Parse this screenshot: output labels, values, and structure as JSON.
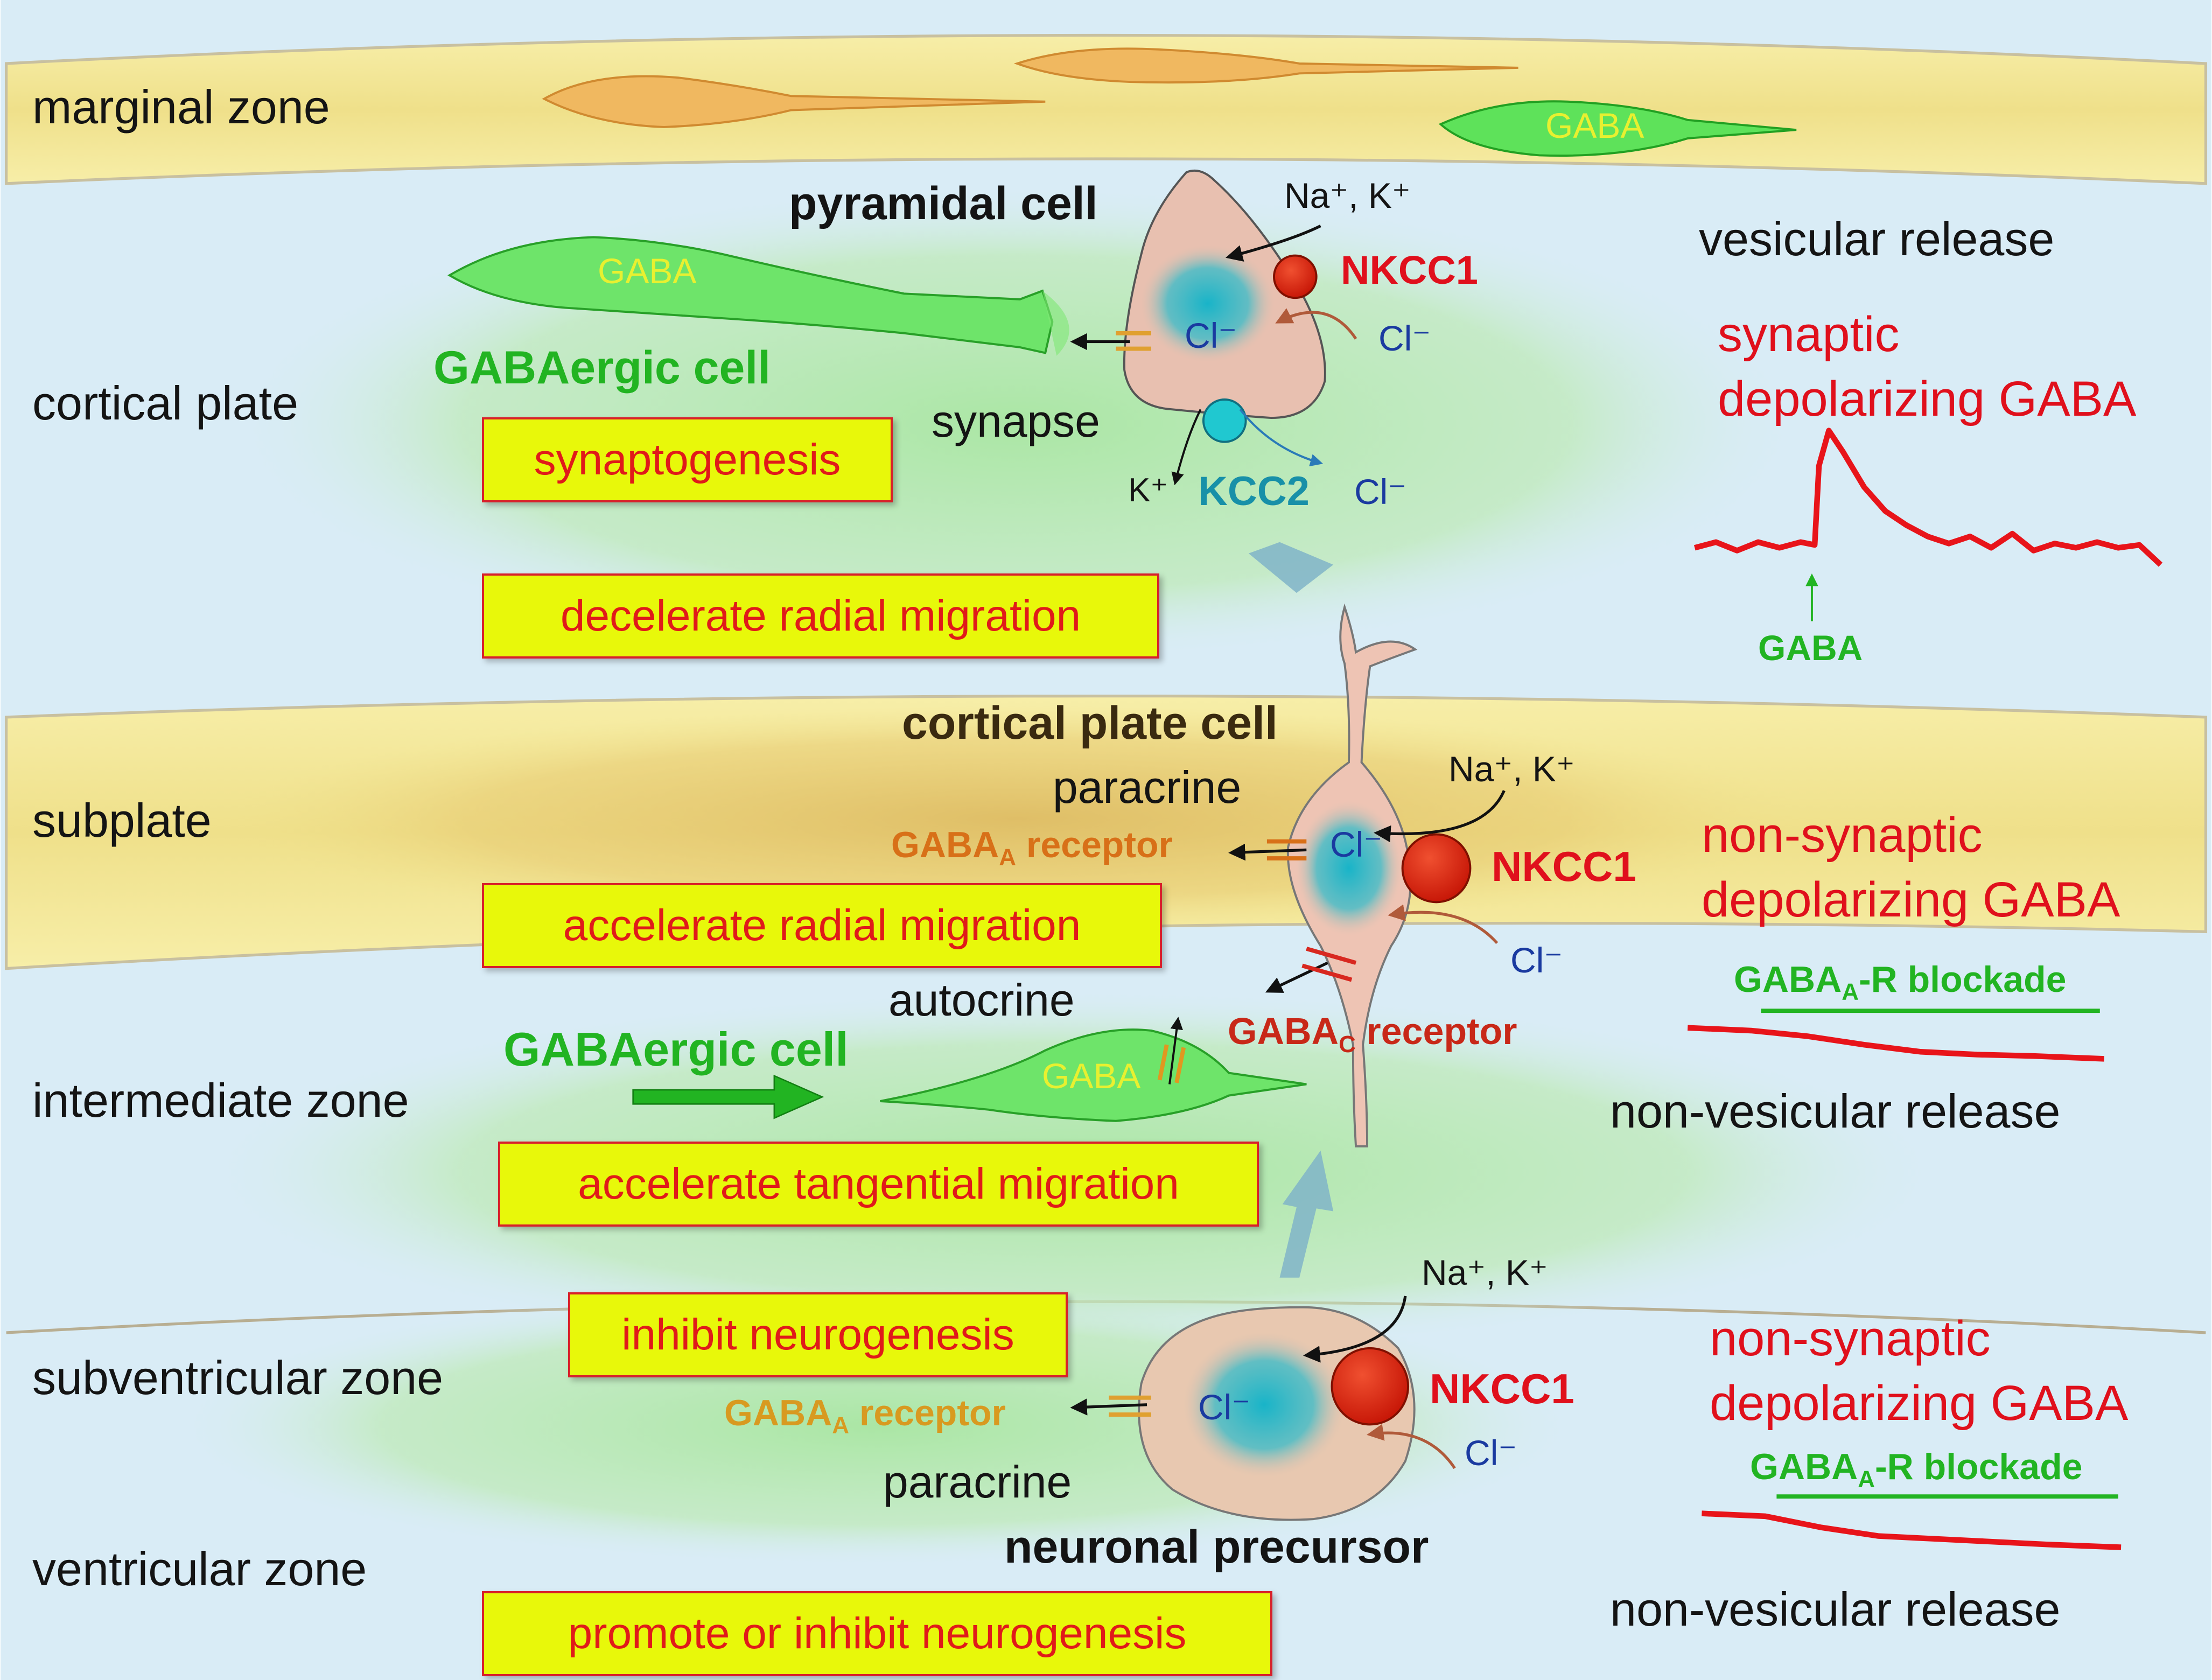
{
  "zones": {
    "marginal": "marginal zone",
    "cortical_plate": "cortical plate",
    "subplate": "subplate",
    "intermediate": "intermediate zone",
    "subventricular": "subventricular zone",
    "ventricular": "ventricular zone"
  },
  "cells": {
    "pyramidal": "pyramidal cell",
    "gabaergic_top": "GABAergic cell",
    "cortical_plate_cell": "cortical plate cell",
    "gabaergic_mid": "GABAergic cell",
    "neuronal_precursor": "neuronal precursor"
  },
  "neuron_gaba_labels": [
    "GABA",
    "GABA",
    "GABA"
  ],
  "transporters": {
    "nkcc1": "NKCC1",
    "kcc2": "KCC2",
    "na_k": "Na⁺, K⁺",
    "cl": "Cl⁻",
    "k": "K⁺"
  },
  "signaling": {
    "synapse": "synapse",
    "paracrine": "paracrine",
    "autocrine": "autocrine"
  },
  "receptors": {
    "gaba_a_base": "GABA",
    "gaba_a_sub": "A",
    "gaba_c_base": "GABA",
    "gaba_c_sub": "C",
    "receptor_word": " receptor"
  },
  "effects": {
    "synaptogenesis": "synaptogenesis",
    "decelerate_radial": "decelerate radial migration",
    "accelerate_radial": "accelerate radial migration",
    "accelerate_tangential": "accelerate tangential migration",
    "inhibit_neurogenesis": "inhibit neurogenesis",
    "promote_inhibit_neurogenesis": "promote or inhibit neurogenesis"
  },
  "traces": {
    "vesicular": "vesicular release",
    "synaptic_line1": "synaptic",
    "synaptic_line2": "depolarizing GABA",
    "stim_label": "GABA",
    "nonsyn_line1": "non-synaptic",
    "nonsyn_line2": "depolarizing GABA",
    "blockade_base": "GABA",
    "blockade_sub": "A",
    "blockade_rest": "-R blockade",
    "non_vesicular": "non-vesicular release"
  },
  "colors": {
    "marginal_band": "#f3e79a",
    "subplate_band": "#f3e79a",
    "blue_bg": "#d9ecf6",
    "green_glow": "#bfeab8",
    "green_text": "#22b422",
    "red_text": "#e0101c",
    "nkcc1_fill": "#d7260e",
    "kcc2_fill": "#20c8d0",
    "box_fill": "#e8f80a",
    "gaba_cell": "#6ee46a",
    "trace": "#e8141a"
  }
}
